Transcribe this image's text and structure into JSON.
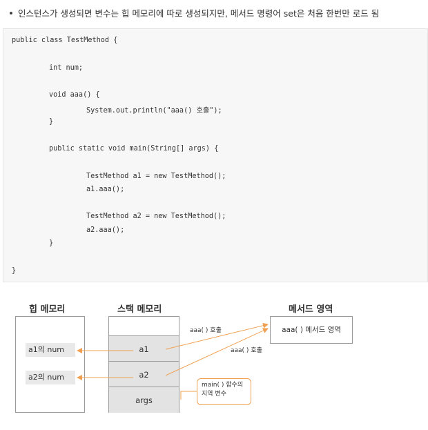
{
  "intro": {
    "text": "인스턴스가 생성되면 변수는 힙 메모리에 따로 생성되지만, 메서드 명령어 set은 처음 한번만 로드 됨"
  },
  "code": {
    "lines": [
      "public class TestMethod {",
      "int num;",
      "void aaa() {",
      "System.out.println(\"aaa() 호출\");",
      "}",
      "public static void main(String[] args) {",
      "TestMethod a1 = new TestMethod();",
      "a1.aaa();",
      "TestMethod a2 = new TestMethod();",
      "a2.aaa();",
      "}",
      "}"
    ]
  },
  "diagram": {
    "heap_title": "힙 메모리",
    "stack_title": "스택 메모리",
    "method_title": "메서드 영역",
    "heap_items": [
      "a1의 num",
      "a2의 num"
    ],
    "stack_items": [
      "a1",
      "a2",
      "args"
    ],
    "method_item": "aaa( ) 메서드 영역",
    "call_label_1": "aaa( ) 호출",
    "call_label_2": "aaa( ) 호출",
    "note": "main( ) 함수의 지역 변수",
    "accent_color": "#f0a050",
    "border_color": "#9a9a9a"
  }
}
